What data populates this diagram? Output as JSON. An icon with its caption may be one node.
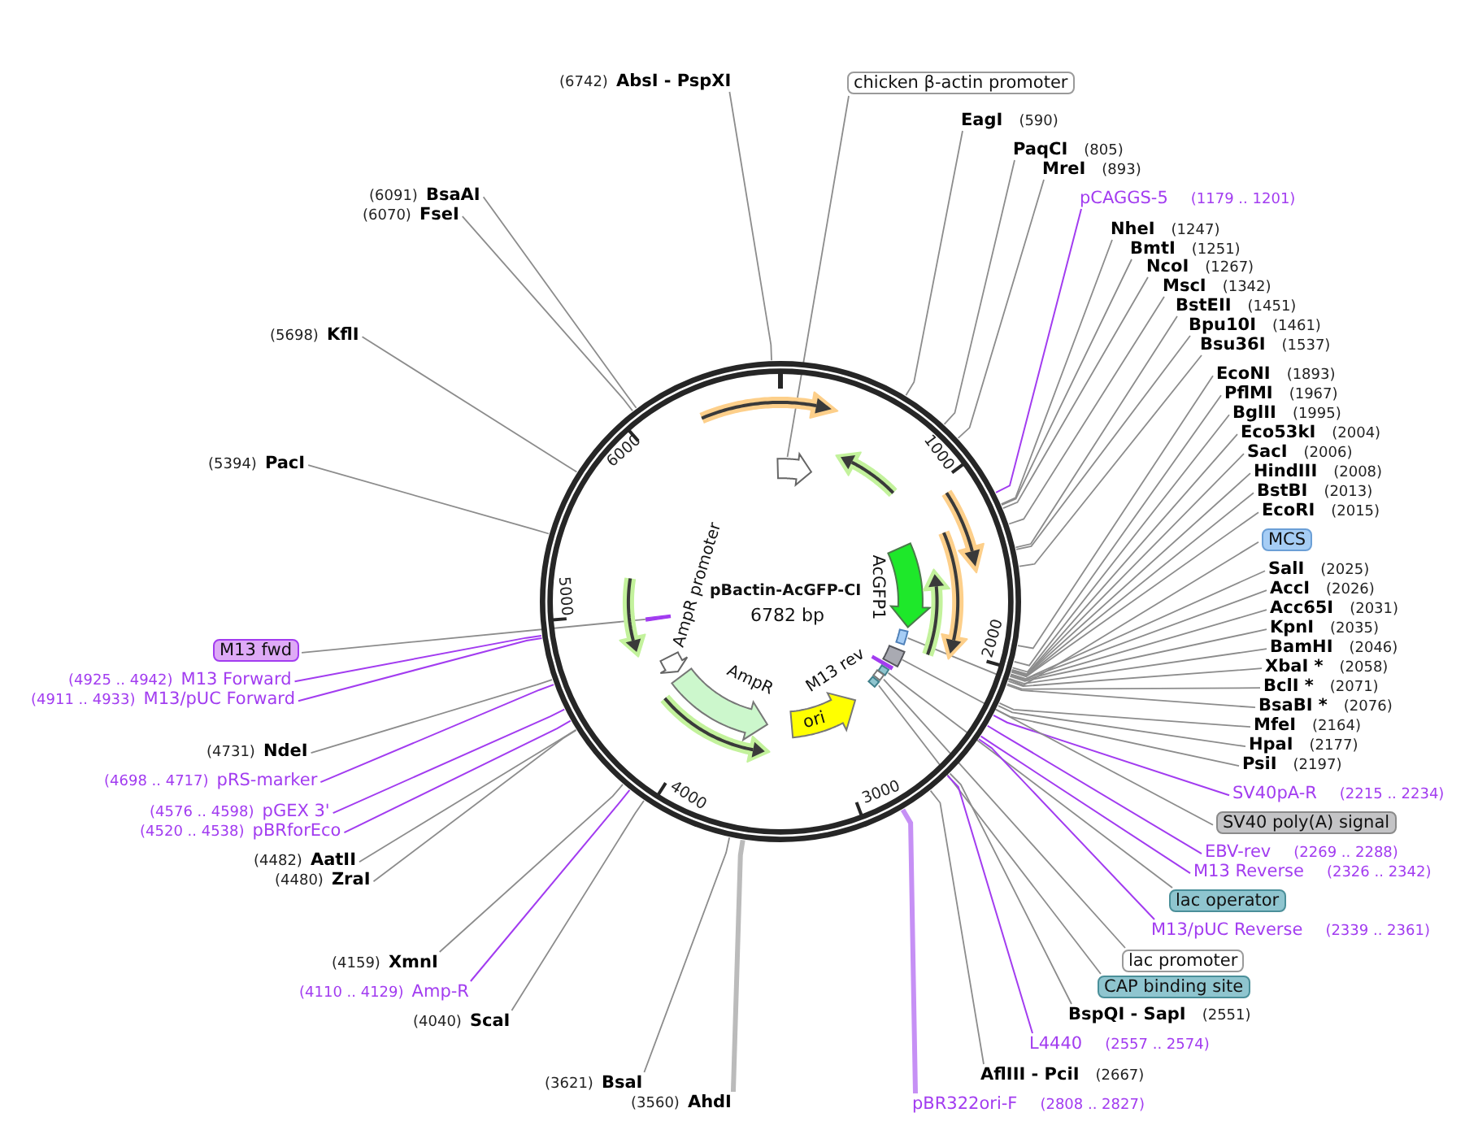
{
  "diagram": {
    "nodes": [
      {
        "text": [
          "pBactin-AcGFP-CI",
          "6782 bp"
        ]
      },
      {
        "text": [],
        "shape": "arrow",
        "in": 0
      },
      {
        "text": [],
        "shape": "arrow",
        "in": 0
      },
      {
        "text": [],
        "shape": "arrow",
        "in": 0
      },
      {
        "text": [],
        "shape": "arrow",
        "in": 0
      },
      {
        "text": [],
        "shape": "arrow",
        "in": 0
      },
      {
        "text": [],
        "shape": "arrow",
        "beside": [
          "AcGFP1"
        ],
        "in": 0
      },
      {
        "text": [],
        "shape": "arrow",
        "in": 0
      },
      {
        "text": [],
        "shape": "box",
        "in": 0
      },
      {
        "text": [],
        "shape": "box",
        "in": 0
      },
      {
        "text": [],
        "shape": "bar",
        "beside": [
          "M13 rev"
        ],
        "in": 0
      },
      {
        "text": [],
        "shape": "box",
        "in": 0
      },
      {
        "text": [],
        "shape": "box",
        "in": 0
      },
      {
        "text": [],
        "shape": "box",
        "in": 0
      },
      {
        "text": [
          "ori"
        ],
        "in": 0
      },
      {
        "text": [],
        "shape": "arrow",
        "in": 0
      },
      {
        "text": [],
        "shape": "arrow",
        "beside": [
          "AmpR"
        ],
        "in": 0
      },
      {
        "text": [],
        "shape": "arrow",
        "beside": [
          "AmpR promoter"
        ],
        "in": 0
      },
      {
        "text": [],
        "shape": "arrow",
        "in": 0
      },
      {
        "text": [],
        "shape": "bar",
        "in": 0
      },
      {
        "text": [
          "chicken β-actin promoter"
        ]
      },
      {
        "text": [
          "EagI",
          "(590)"
        ]
      },
      {
        "text": [
          "PaqCI",
          "(805)"
        ]
      },
      {
        "text": [
          "MreI",
          "(893)"
        ]
      },
      {
        "text": [
          "pCAGGS-5",
          "(1179 .. 1201)"
        ]
      },
      {
        "text": [
          "NheI",
          "(1247)"
        ]
      },
      {
        "text": [
          "BmtI",
          "(1251)"
        ]
      },
      {
        "text": [
          "NcoI",
          "(1267)"
        ]
      },
      {
        "text": [
          "MscI",
          "(1342)"
        ]
      },
      {
        "text": [
          "BstEII",
          "(1451)"
        ]
      },
      {
        "text": [
          "Bpu10I",
          "(1461)"
        ]
      },
      {
        "text": [
          "Bsu36I",
          "(1537)"
        ]
      },
      {
        "text": [
          "EcoNI",
          "(1893)"
        ]
      },
      {
        "text": [
          "PflMI",
          "(1967)"
        ]
      },
      {
        "text": [
          "BglII",
          "(1995)"
        ]
      },
      {
        "text": [
          "Eco53kI",
          "(2004)"
        ]
      },
      {
        "text": [
          "SacI",
          "(2006)"
        ]
      },
      {
        "text": [
          "HindIII",
          "(2008)"
        ]
      },
      {
        "text": [
          "BstBI",
          "(2013)"
        ]
      },
      {
        "text": [
          "EcoRI",
          "(2015)"
        ]
      },
      {
        "text": [
          "MCS"
        ]
      },
      {
        "text": [
          "SalI",
          "(2025)"
        ]
      },
      {
        "text": [
          "AccI",
          "(2026)"
        ]
      },
      {
        "text": [
          "Acc65I",
          "(2031)"
        ]
      },
      {
        "text": [
          "KpnI",
          "(2035)"
        ]
      },
      {
        "text": [
          "BamHI",
          "(2046)"
        ]
      },
      {
        "text": [
          "XbaI *",
          "(2058)"
        ]
      },
      {
        "text": [
          "BclI *",
          "(2071)"
        ]
      },
      {
        "text": [
          "BsaBI *",
          "(2076)"
        ]
      },
      {
        "text": [
          "MfeI",
          "(2164)"
        ]
      },
      {
        "text": [
          "HpaI",
          "(2177)"
        ]
      },
      {
        "text": [
          "PsiI",
          "(2197)"
        ]
      },
      {
        "text": [
          "SV40pA-R",
          "(2215 .. 2234)"
        ]
      },
      {
        "text": [
          "SV40 poly(A) signal"
        ]
      },
      {
        "text": [
          "EBV-rev",
          "(2269 .. 2288)"
        ]
      },
      {
        "text": [
          "M13 Reverse",
          "(2326 .. 2342)"
        ]
      },
      {
        "text": [
          "lac operator"
        ]
      },
      {
        "text": [
          "M13/pUC Reverse",
          "(2339 .. 2361)"
        ]
      },
      {
        "text": [
          "lac promoter"
        ]
      },
      {
        "text": [
          "CAP binding site"
        ]
      },
      {
        "text": [
          "BspQI - SapI",
          "(2551)"
        ]
      },
      {
        "text": [
          "L4440",
          "(2557 .. 2574)"
        ]
      },
      {
        "text": [
          "AflIII - PciI",
          "(2667)"
        ]
      },
      {
        "text": [
          "pBR322ori-F",
          "(2808 .. 2827)"
        ]
      },
      {
        "text": [
          "(3560)",
          "AhdI"
        ]
      },
      {
        "text": [
          "(3621)",
          "BsaI"
        ]
      },
      {
        "text": [
          "(4040)",
          "ScaI"
        ]
      },
      {
        "text": [
          "(4110 .. 4129)",
          "Amp-R"
        ]
      },
      {
        "text": [
          "(4159)",
          "XmnI"
        ]
      },
      {
        "text": [
          "(4480)",
          "ZraI"
        ]
      },
      {
        "text": [
          "(4482)",
          "AatII"
        ]
      },
      {
        "text": [
          "(4520 .. 4538)",
          "pBRforEco"
        ]
      },
      {
        "text": [
          "(4576 .. 4598)",
          "pGEX 3'"
        ]
      },
      {
        "text": [
          "(4698 .. 4717)",
          "pRS-marker"
        ]
      },
      {
        "text": [
          "(4731)",
          "NdeI"
        ]
      },
      {
        "text": [
          "(4911 .. 4933)",
          "M13/pUC Forward"
        ]
      },
      {
        "text": [
          "(4925 .. 4942)",
          "M13 Forward"
        ]
      },
      {
        "text": [
          "M13 fwd"
        ]
      },
      {
        "text": [
          "(5394)",
          "PacI"
        ]
      },
      {
        "text": [
          "(5698)",
          "KflI"
        ]
      },
      {
        "text": [
          "(6070)",
          "FseI"
        ]
      },
      {
        "text": [
          "(6091)",
          "BsaAI"
        ]
      },
      {
        "text": [
          "(6742)",
          "AbsI - PspXI"
        ]
      }
    ],
    "edges": [
      {
        "from": 20,
        "to": 2,
        "arrow": "none"
      },
      {
        "from": 21,
        "to": 0,
        "arrow": "none"
      },
      {
        "from": 22,
        "to": 0,
        "arrow": "none"
      },
      {
        "from": 23,
        "to": 0,
        "arrow": "none"
      },
      {
        "from": 24,
        "to": 0,
        "arrow": "none",
        "color": "#a23cf0"
      },
      {
        "from": 25,
        "to": 0,
        "arrow": "none"
      },
      {
        "from": 26,
        "to": 0,
        "arrow": "none"
      },
      {
        "from": 27,
        "to": 0,
        "arrow": "none"
      },
      {
        "from": 28,
        "to": 0,
        "arrow": "none"
      },
      {
        "from": 29,
        "to": 0,
        "arrow": "none"
      },
      {
        "from": 30,
        "to": 0,
        "arrow": "none"
      },
      {
        "from": 31,
        "to": 0,
        "arrow": "none"
      },
      {
        "from": 32,
        "to": 0,
        "arrow": "none"
      },
      {
        "from": 33,
        "to": 0,
        "arrow": "none"
      },
      {
        "from": 34,
        "to": 0,
        "arrow": "none"
      },
      {
        "from": 35,
        "to": 0,
        "arrow": "none"
      },
      {
        "from": 36,
        "to": 0,
        "arrow": "none"
      },
      {
        "from": 37,
        "to": 0,
        "arrow": "none"
      },
      {
        "from": 38,
        "to": 0,
        "arrow": "none"
      },
      {
        "from": 39,
        "to": 0,
        "arrow": "none"
      },
      {
        "from": 40,
        "to": 8,
        "arrow": "none"
      },
      {
        "from": 41,
        "to": 0,
        "arrow": "none"
      },
      {
        "from": 42,
        "to": 0,
        "arrow": "none"
      },
      {
        "from": 43,
        "to": 0,
        "arrow": "none"
      },
      {
        "from": 44,
        "to": 0,
        "arrow": "none"
      },
      {
        "from": 45,
        "to": 0,
        "arrow": "none"
      },
      {
        "from": 46,
        "to": 0,
        "arrow": "none"
      },
      {
        "from": 47,
        "to": 0,
        "arrow": "none"
      },
      {
        "from": 48,
        "to": 0,
        "arrow": "none"
      },
      {
        "from": 49,
        "to": 0,
        "arrow": "none"
      },
      {
        "from": 50,
        "to": 0,
        "arrow": "none"
      },
      {
        "from": 51,
        "to": 0,
        "arrow": "none"
      },
      {
        "from": 52,
        "to": 0,
        "arrow": "none",
        "color": "#a23cf0"
      },
      {
        "from": 53,
        "to": 9,
        "arrow": "none"
      },
      {
        "from": 54,
        "to": 0,
        "arrow": "none",
        "color": "#a23cf0"
      },
      {
        "from": 55,
        "to": 0,
        "arrow": "none",
        "color": "#a23cf0"
      },
      {
        "from": 56,
        "to": 11,
        "arrow": "none"
      },
      {
        "from": 57,
        "to": 0,
        "arrow": "none",
        "color": "#a23cf0"
      },
      {
        "from": 58,
        "to": 12,
        "arrow": "none"
      },
      {
        "from": 59,
        "to": 13,
        "arrow": "none"
      },
      {
        "from": 60,
        "to": 0,
        "arrow": "none"
      },
      {
        "from": 61,
        "to": 0,
        "arrow": "none",
        "color": "#a23cf0"
      },
      {
        "from": 62,
        "to": 0,
        "arrow": "none"
      },
      {
        "from": 63,
        "to": 0,
        "arrow": "none",
        "style": "thick",
        "color": "#c690f5"
      },
      {
        "from": 64,
        "to": 0,
        "arrow": "none",
        "style": "thick",
        "color": "#bbbbbb"
      },
      {
        "from": 65,
        "to": 0,
        "arrow": "none"
      },
      {
        "from": 66,
        "to": 0,
        "arrow": "none"
      },
      {
        "from": 67,
        "to": 0,
        "arrow": "none",
        "color": "#a23cf0"
      },
      {
        "from": 68,
        "to": 0,
        "arrow": "none"
      },
      {
        "from": 69,
        "to": 0,
        "arrow": "none"
      },
      {
        "from": 70,
        "to": 0,
        "arrow": "none"
      },
      {
        "from": 71,
        "to": 0,
        "arrow": "none",
        "color": "#a23cf0"
      },
      {
        "from": 72,
        "to": 0,
        "arrow": "none",
        "color": "#a23cf0"
      },
      {
        "from": 73,
        "to": 0,
        "arrow": "none",
        "color": "#a23cf0"
      },
      {
        "from": 74,
        "to": 0,
        "arrow": "none"
      },
      {
        "from": 75,
        "to": 0,
        "arrow": "none",
        "color": "#a23cf0"
      },
      {
        "from": 76,
        "to": 0,
        "arrow": "none",
        "color": "#a23cf0"
      },
      {
        "from": 77,
        "to": 19,
        "arrow": "none"
      },
      {
        "from": 78,
        "to": 0,
        "arrow": "none"
      },
      {
        "from": 79,
        "to": 0,
        "arrow": "none"
      },
      {
        "from": 80,
        "to": 0,
        "arrow": "none"
      },
      {
        "from": 81,
        "to": 0,
        "arrow": "none"
      },
      {
        "from": 82,
        "to": 0,
        "arrow": "none"
      }
    ],
    "labels": [
      "1000",
      "2000",
      "3000",
      "4000",
      "5000",
      "6000"
    ]
  }
}
